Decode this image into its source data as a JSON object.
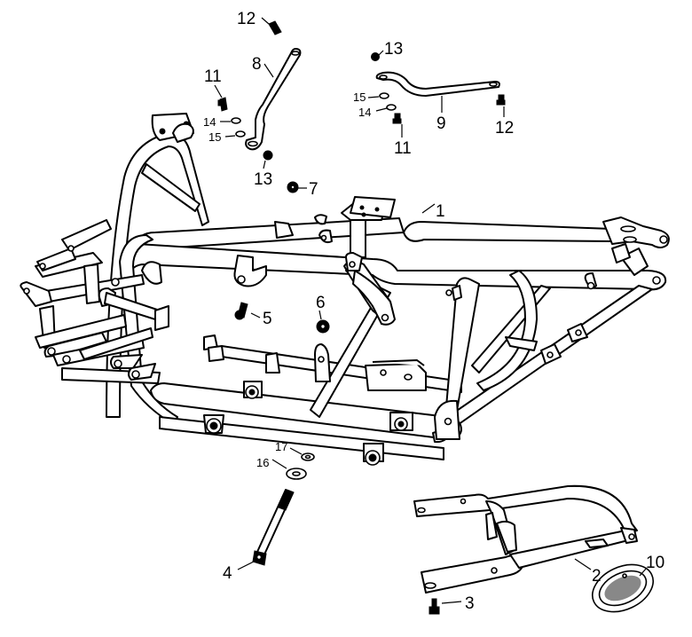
{
  "diagram": {
    "type": "exploded-parts-diagram",
    "subject": "ATV frame assembly",
    "callouts": [
      {
        "id": "1",
        "part": "main-frame"
      },
      {
        "id": "2",
        "part": "rear-subframe"
      },
      {
        "id": "3",
        "part": "subframe-bolt"
      },
      {
        "id": "4",
        "part": "long-bolt"
      },
      {
        "id": "5",
        "part": "bolt"
      },
      {
        "id": "6",
        "part": "nut"
      },
      {
        "id": "7",
        "part": "nut"
      },
      {
        "id": "8",
        "part": "left-stay-bracket"
      },
      {
        "id": "9",
        "part": "right-stay-bracket"
      },
      {
        "id": "10",
        "part": "reflector"
      },
      {
        "id": "11",
        "part": "bolt"
      },
      {
        "id": "12",
        "part": "bolt"
      },
      {
        "id": "13",
        "part": "nut"
      },
      {
        "id": "14",
        "part": "washer"
      },
      {
        "id": "15",
        "part": "washer"
      },
      {
        "id": "16",
        "part": "large-washer"
      },
      {
        "id": "17",
        "part": "small-washer"
      }
    ],
    "labels": {
      "l1": "1",
      "l2": "2",
      "l3": "3",
      "l4": "4",
      "l5": "5",
      "l6": "6",
      "l7": "7",
      "l8": "8",
      "l9": "9",
      "l10": "10",
      "l11a": "11",
      "l11b": "11",
      "l12a": "12",
      "l12b": "12",
      "l13a": "13",
      "l13b": "13",
      "l14a": "14",
      "l14b": "14",
      "l15a": "15",
      "l15b": "15",
      "l16": "16",
      "l17": "17"
    }
  }
}
